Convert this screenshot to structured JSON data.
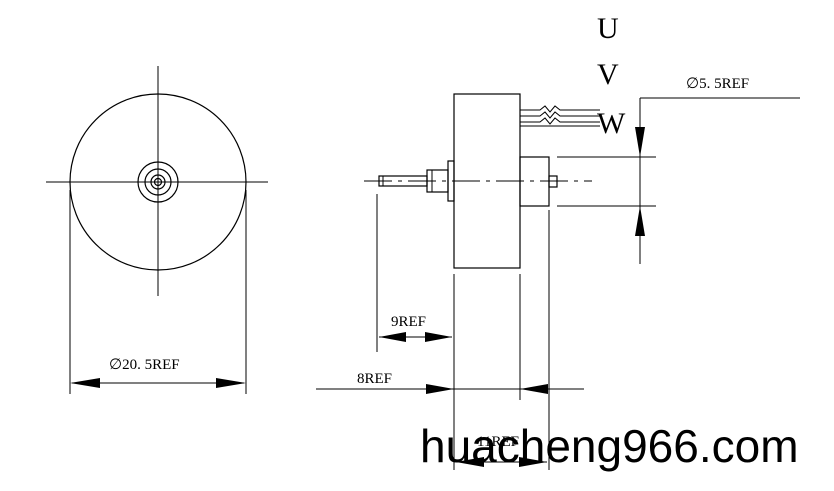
{
  "diagram": {
    "front_view": {
      "diameter_label": "∅20. 5REF"
    },
    "side_view": {
      "wire_labels": [
        "U",
        "V",
        "W"
      ],
      "hub_diameter_label": "∅5. 5REF",
      "shaft_length_label": "9REF",
      "overall_length_label": "8REF",
      "body_width_label": "11REF"
    }
  },
  "watermark": {
    "text": "huacheng966.com"
  }
}
